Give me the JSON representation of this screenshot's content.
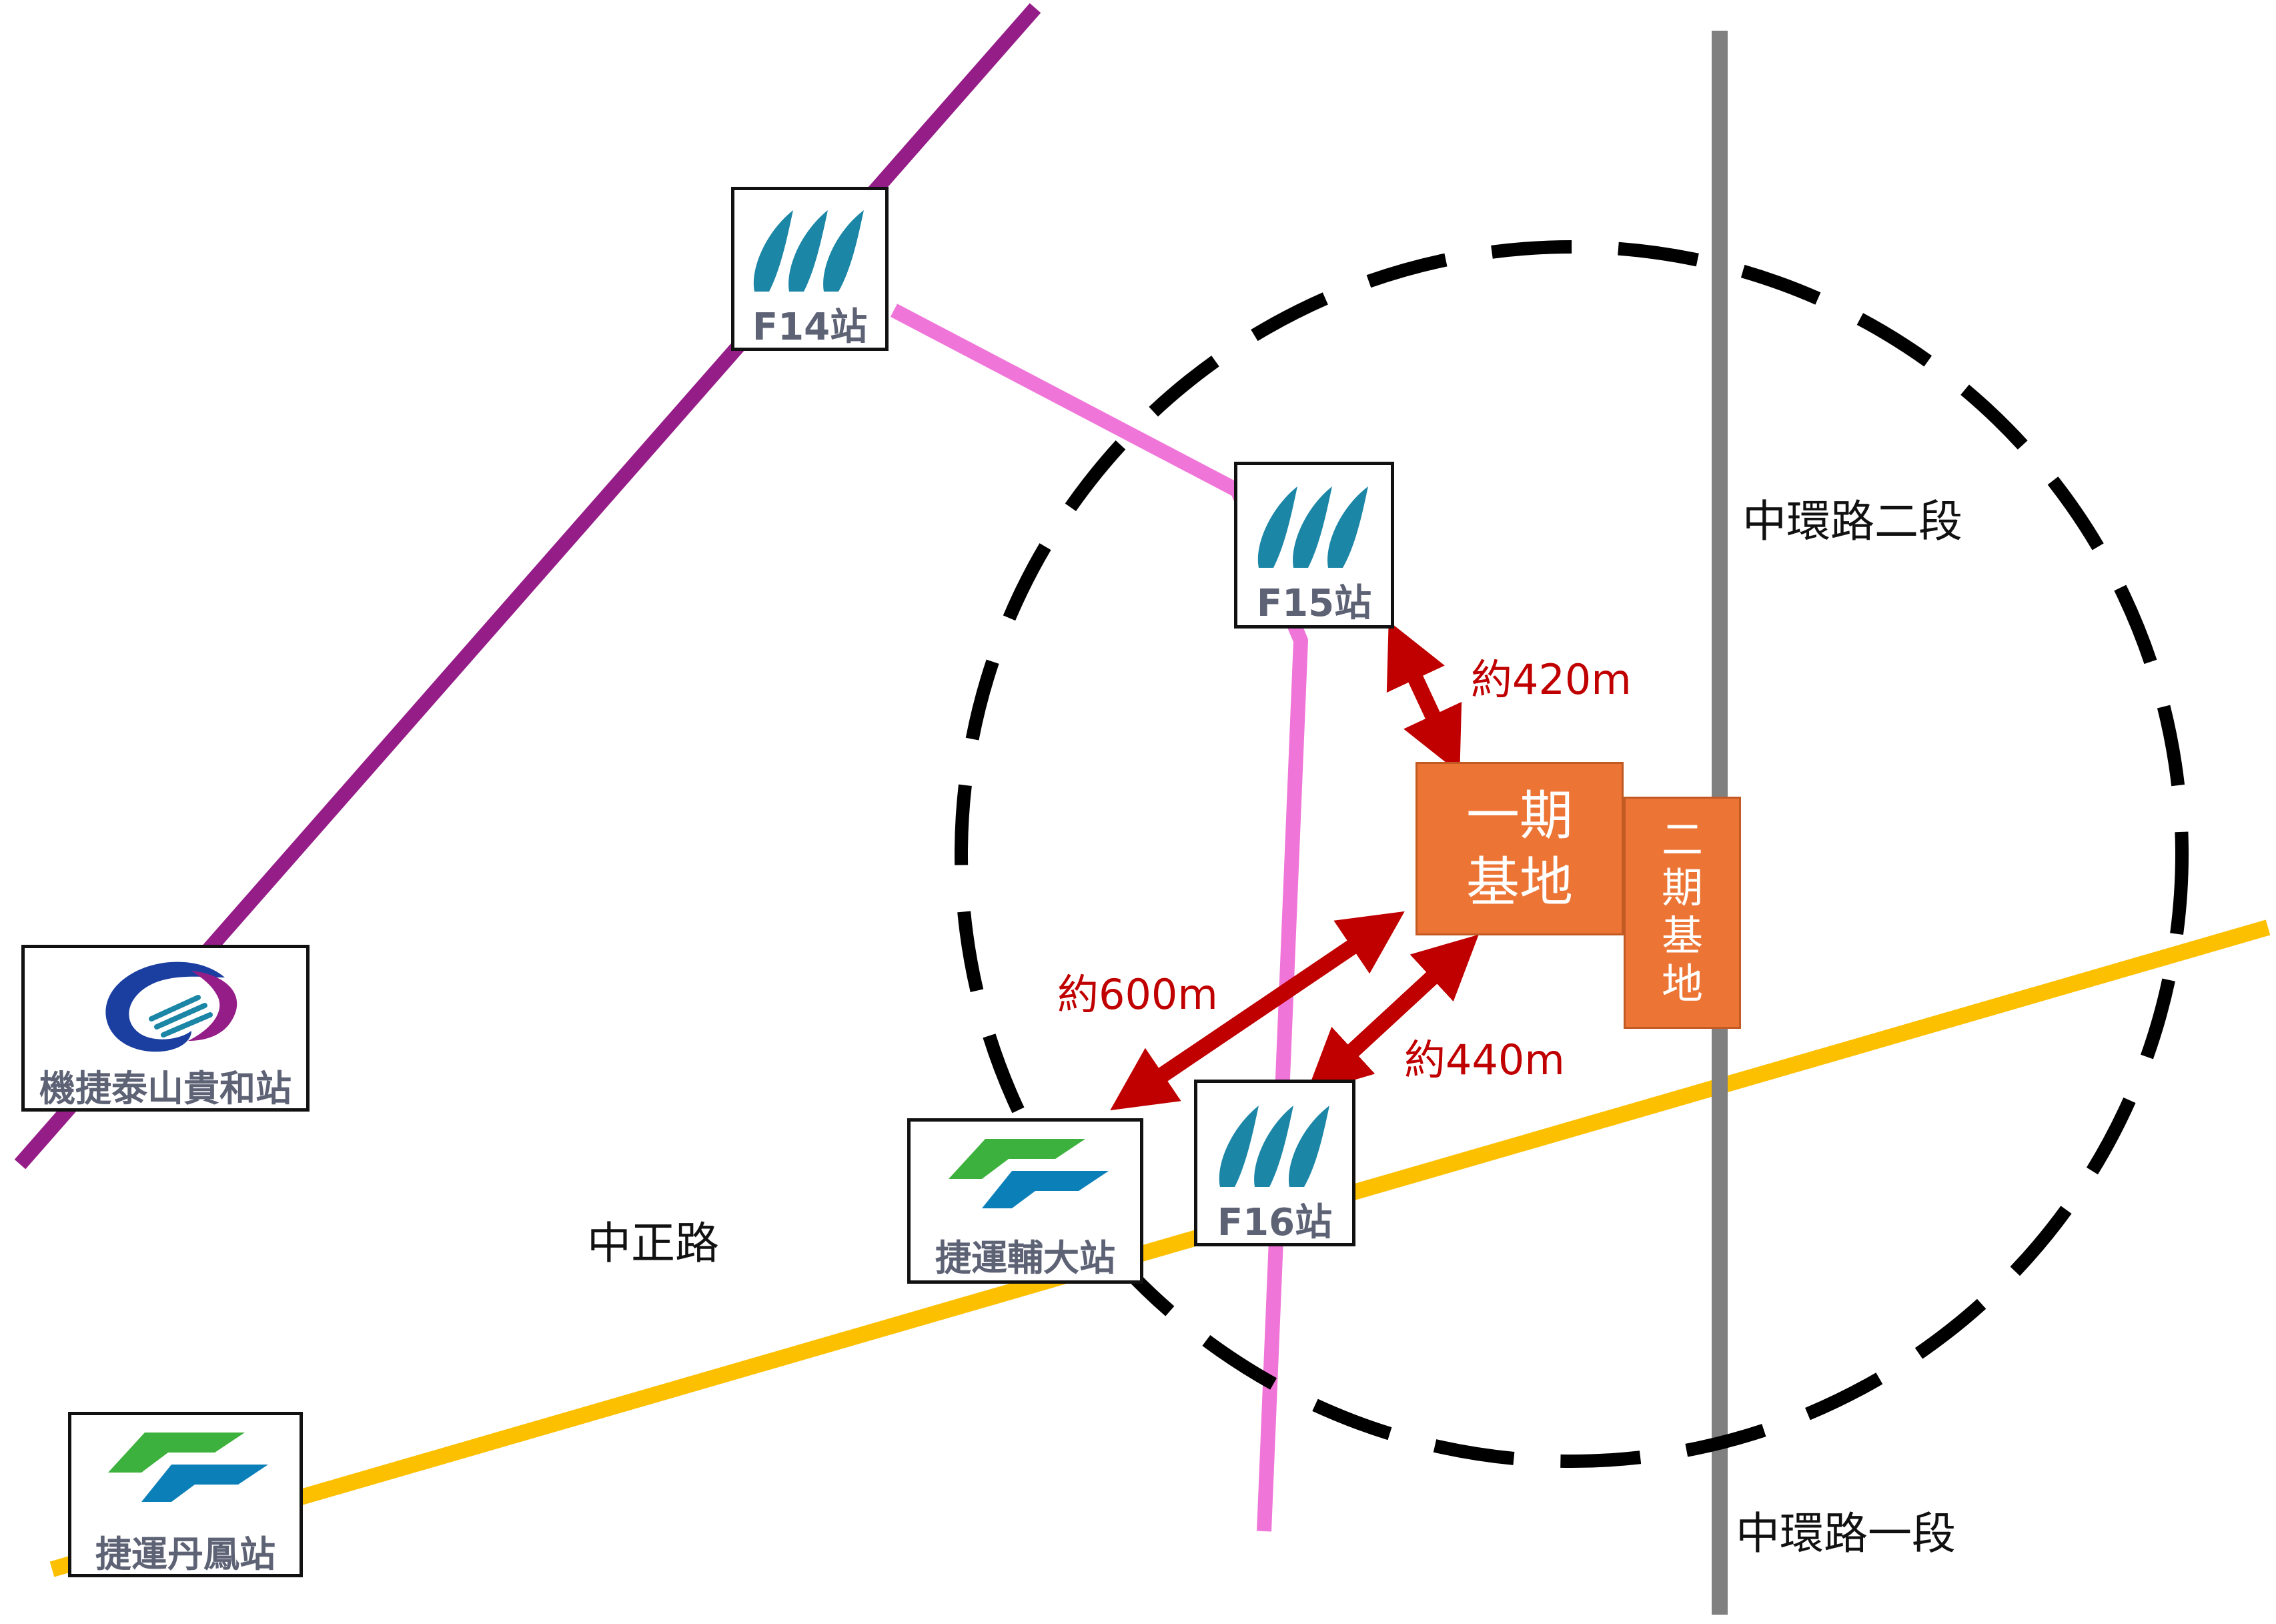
{
  "roads": [
    {
      "name": "中正路",
      "color": "#fdc000"
    },
    {
      "name": "中環路二段",
      "color": "#808080"
    },
    {
      "name": "中環路一段",
      "color": "#808080"
    }
  ],
  "lines": {
    "airport_mrt_color": "#951d88",
    "circular_line_color": "#f075d8",
    "sanying_line_color": "#fdc000",
    "radius_circle_color": "#000000"
  },
  "stations": {
    "f14": {
      "name": "F14站",
      "icon": "circular-line-logo-icon"
    },
    "f15": {
      "name": "F15站",
      "icon": "circular-line-logo-icon"
    },
    "f16": {
      "name": "F16站",
      "icon": "circular-line-logo-icon"
    },
    "taishan": {
      "name": "機捷泰山貴和站",
      "icon": "airport-mrt-logo-icon"
    },
    "fuda": {
      "name": "捷運輔大站",
      "icon": "taipei-metro-logo-icon"
    },
    "danfeng": {
      "name": "捷運丹鳳站",
      "icon": "taipei-metro-logo-icon"
    }
  },
  "bases": {
    "phase1": {
      "line1": "一期",
      "line2": "基地",
      "color": "#ec7536"
    },
    "phase2": {
      "chars": [
        "二",
        "期",
        "基",
        "地"
      ],
      "color": "#ec7536"
    }
  },
  "distances": {
    "to_f15": "約420m",
    "to_fuda": "約600m",
    "to_f16": "約440m",
    "arrow_color": "#c00000"
  }
}
